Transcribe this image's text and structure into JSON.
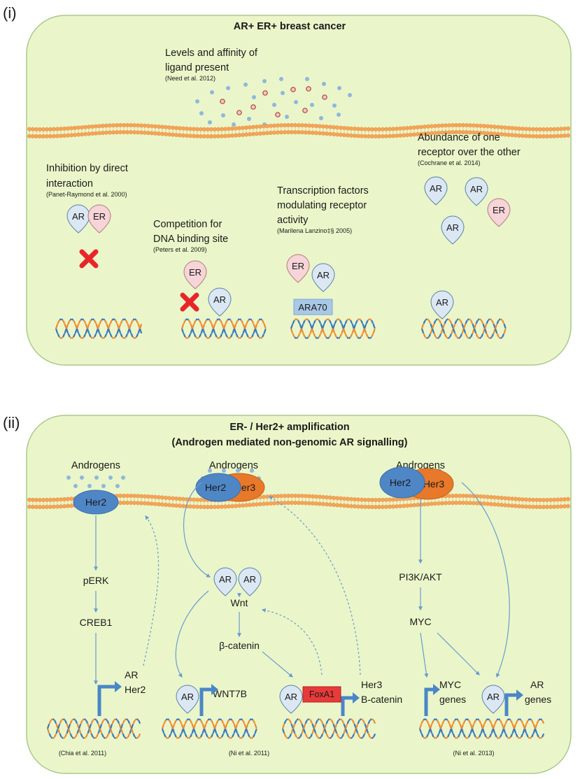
{
  "figure": {
    "panel1": {
      "label": "(i)",
      "title": "AR+ ER+ breast cancer",
      "ligand": {
        "line1": "Levels and affinity of",
        "line2": "ligand present",
        "cite": "(Need et al. 2012)"
      },
      "inhibition": {
        "line1": "Inhibition by direct",
        "line2": "interaction",
        "cite": "(Panet-Raymond et al. 2000)"
      },
      "competition": {
        "line1": "Competition for",
        "line2": "DNA binding site",
        "cite": "(Peters et al. 2009)"
      },
      "transcription": {
        "line1": "Transcription factors",
        "line2": "modulating receptor",
        "line3": "activity",
        "cite": "(Marilena Lanzino‡§ 2005)"
      },
      "abundance": {
        "line1": "Abundance of one",
        "line2": "receptor over the other",
        "cite": "(Cochrane et al. 2014)"
      },
      "box_ara70": "ARA70"
    },
    "panel2": {
      "label": "(ii)",
      "title_line1": "ER- / Her2+ amplification",
      "title_line2": "(Androgen mediated non-genomic AR signalling)",
      "androgens": "Androgens",
      "her2": "Her2",
      "her3": "Her3",
      "col1": {
        "step1": "pERK",
        "step2": "CREB1",
        "target1": "AR",
        "target2": "Her2",
        "cite": "(Chia et al. 2011)"
      },
      "col2": {
        "step1": "Wnt",
        "step2": "β-catenin",
        "target_wnt": "WNT7B",
        "foxa1": "FoxA1",
        "target1": "Her3",
        "target2": "B-catenin",
        "cite": "(Ni et al. 2011)"
      },
      "col3": {
        "step1": "PI3K/AKT",
        "step2": "MYC",
        "myc_genes1": "MYC",
        "myc_genes2": "genes",
        "ar_genes1": "AR",
        "ar_genes2": "genes",
        "cite": "(Ni et al. 2013)"
      }
    },
    "receptor_labels": {
      "ar": "AR",
      "er": "ER"
    },
    "colors": {
      "panel_fill": "#eaf6c9",
      "panel_stroke": "#a9c98b",
      "membrane": "#f4a559",
      "her2": "#4f86c6",
      "her3": "#e8782a",
      "ar_fill": "#dbe8f4",
      "er_fill": "#f6d4d7",
      "foxa1": "#e83a3a",
      "ara70": "#a9c7e6",
      "arrow": "#4a8bc9",
      "cross": "#e8262a",
      "dna_blue": "#3a77c0",
      "dna_orange": "#f08a2e"
    }
  }
}
